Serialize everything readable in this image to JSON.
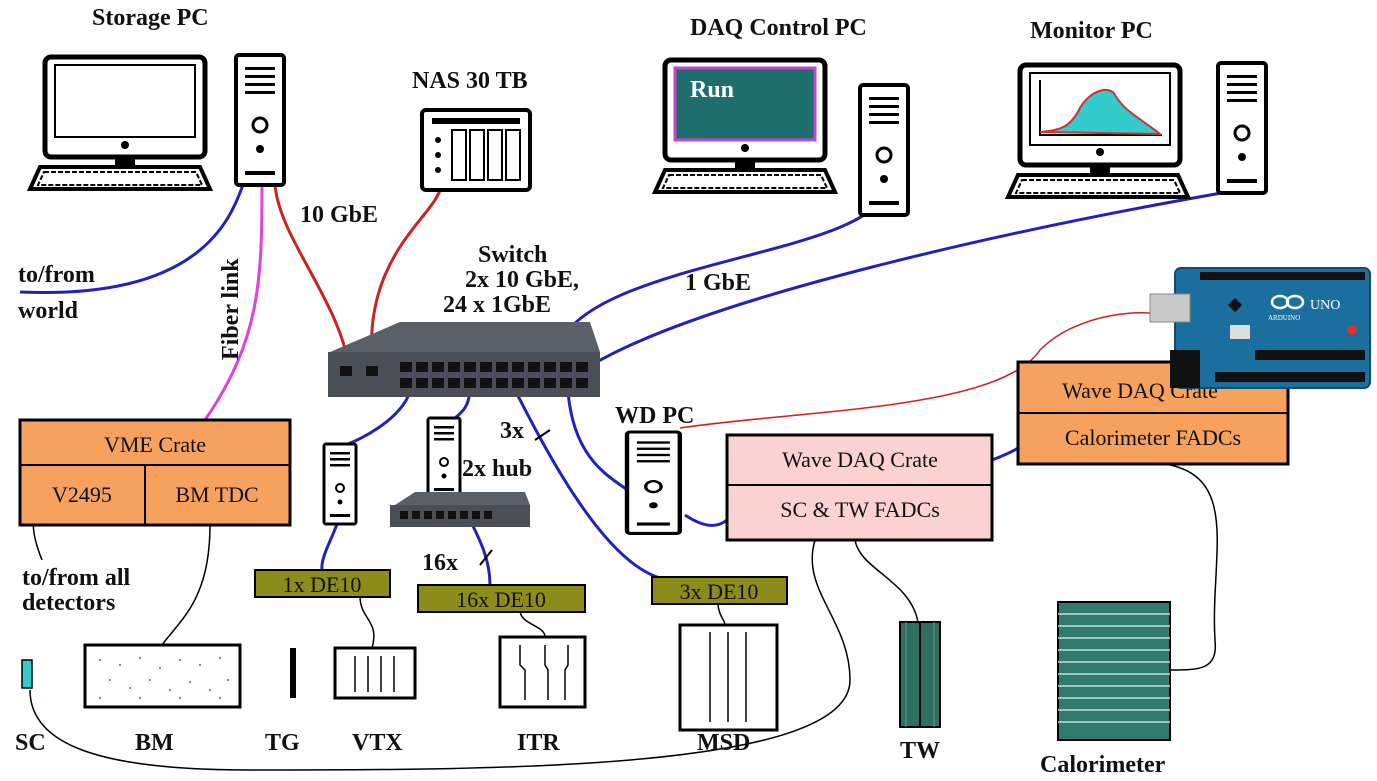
{
  "labels": {
    "storage_pc": "Storage  PC",
    "nas": "NAS 30 TB",
    "daq_control_pc": "DAQ Control PC",
    "monitor_pc": "Monitor PC",
    "run_screen": "Run",
    "link_10gbe": "10 GbE",
    "link_1gbe": "1 GbE",
    "to_from_world_1": "to/from",
    "to_from_world_2": "world",
    "fiber_link": "Fiber link",
    "switch_1": "Switch",
    "switch_2": "2x 10 GbE,",
    "switch_3": "24 x 1GbE",
    "hub": "2x hub",
    "mult_3x": "3x",
    "mult_16x": "16x",
    "wd_pc": "WD PC",
    "to_from_all_1": "to/from all",
    "to_from_all_2": "detectors",
    "arduino_brand": "UNO",
    "arduino_sub": "ARDUINO"
  },
  "boxes": {
    "vme_crate": "VME Crate",
    "v2495": "V2495",
    "bm_tdc": "BM TDC",
    "wave_daq_crate_1": "Wave DAQ Crate",
    "sc_tw_fadcs": "SC & TW FADCs",
    "wave_daq_crate_2": "Wave DAQ Crate",
    "calorimeter_fadcs": "Calorimeter FADCs",
    "de10_1x": "1x DE10",
    "de10_16x": "16x DE10",
    "de10_3x": "3x DE10"
  },
  "detectors": {
    "sc": "SC",
    "bm": "BM",
    "tg": "TG",
    "vtx": "VTX",
    "itr": "ITR",
    "msd": "MSD",
    "tw": "TW",
    "calorimeter": "Calorimeter"
  },
  "colors": {
    "orange_box": "#f7a15e",
    "pink_box": "#fbd2d2",
    "olive_box": "#8c8c1a",
    "red_link": "#cc2222",
    "blue_link": "#2222bb",
    "magenta_link": "#dd44dd",
    "switch_body": "#4a4f57",
    "teal_screen": "#1e6e6e",
    "arduino_blue": "#1b6f9e",
    "sc_cyan": "#33cccc",
    "tw_teal": "#2f6f62",
    "calo_teal": "#2f7a6c"
  }
}
